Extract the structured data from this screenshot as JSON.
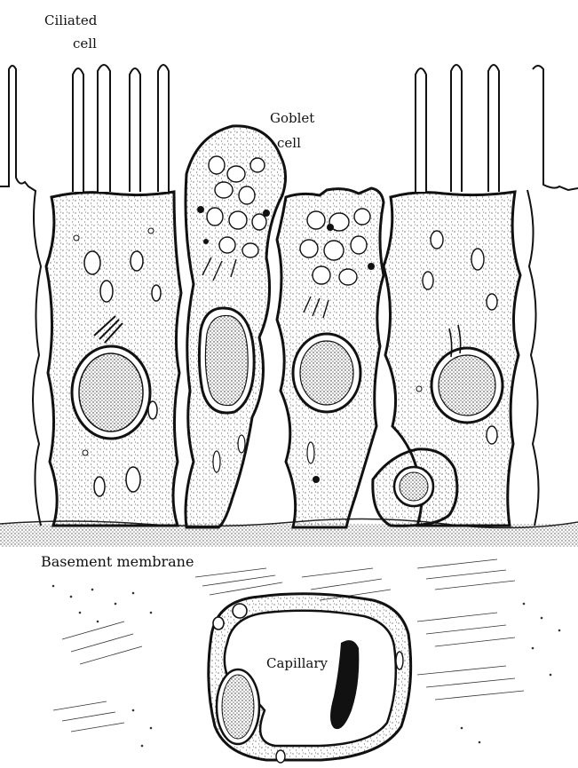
{
  "labels": {
    "ciliated_line1": "Ciliated",
    "ciliated_line2": "cell",
    "goblet_line1": "Goblet",
    "goblet_line2": "cell",
    "basement": "Basement membrane",
    "capillary": "Capillary"
  },
  "colors": {
    "ink": "#111111",
    "paper": "#ffffff",
    "stipple": "#333333"
  }
}
